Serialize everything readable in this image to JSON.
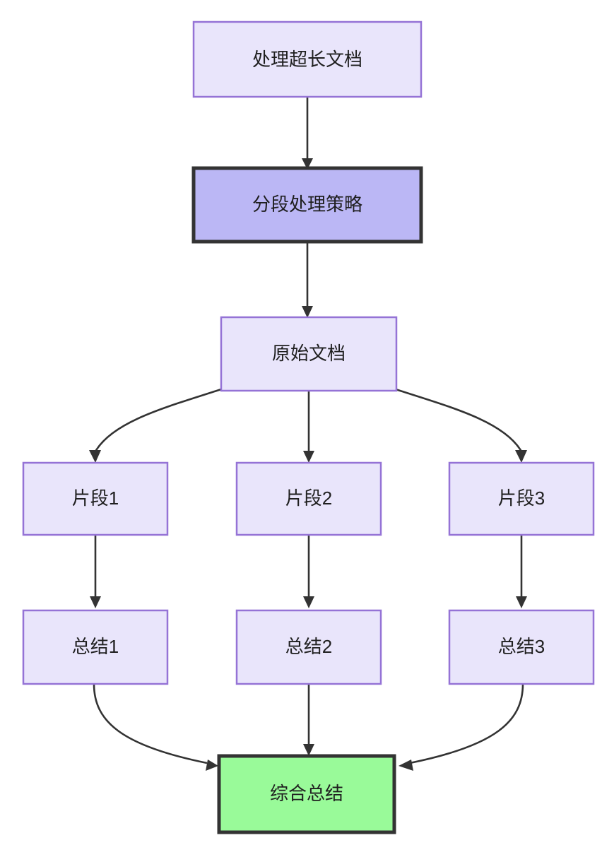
{
  "diagram": {
    "type": "flowchart",
    "direction": "top-to-bottom",
    "background_color": "#ffffff",
    "node_default_fill": "#e9e5fb",
    "node_default_border": "#9573d6",
    "highlight_fill": "#bbb7f5",
    "highlight_border": "#333333",
    "final_fill": "#99fa99",
    "final_border": "#333333",
    "edge_color": "#333333",
    "nodes": [
      {
        "id": "doc",
        "label": "处理超长文档",
        "style": "default"
      },
      {
        "id": "strategy",
        "label": "分段处理策略",
        "style": "highlight"
      },
      {
        "id": "source",
        "label": "原始文档",
        "style": "default"
      },
      {
        "id": "chunk1",
        "label": "片段1",
        "style": "default"
      },
      {
        "id": "chunk2",
        "label": "片段2",
        "style": "default"
      },
      {
        "id": "chunk3",
        "label": "片段3",
        "style": "default"
      },
      {
        "id": "sum1",
        "label": "总结1",
        "style": "default"
      },
      {
        "id": "sum2",
        "label": "总结2",
        "style": "default"
      },
      {
        "id": "sum3",
        "label": "总结3",
        "style": "default"
      },
      {
        "id": "final",
        "label": "综合总结",
        "style": "final"
      }
    ],
    "edges": [
      {
        "from": "doc",
        "to": "strategy"
      },
      {
        "from": "strategy",
        "to": "source"
      },
      {
        "from": "source",
        "to": "chunk1"
      },
      {
        "from": "source",
        "to": "chunk2"
      },
      {
        "from": "source",
        "to": "chunk3"
      },
      {
        "from": "chunk1",
        "to": "sum1"
      },
      {
        "from": "chunk2",
        "to": "sum2"
      },
      {
        "from": "chunk3",
        "to": "sum3"
      },
      {
        "from": "sum1",
        "to": "final"
      },
      {
        "from": "sum2",
        "to": "final"
      },
      {
        "from": "sum3",
        "to": "final"
      }
    ]
  }
}
